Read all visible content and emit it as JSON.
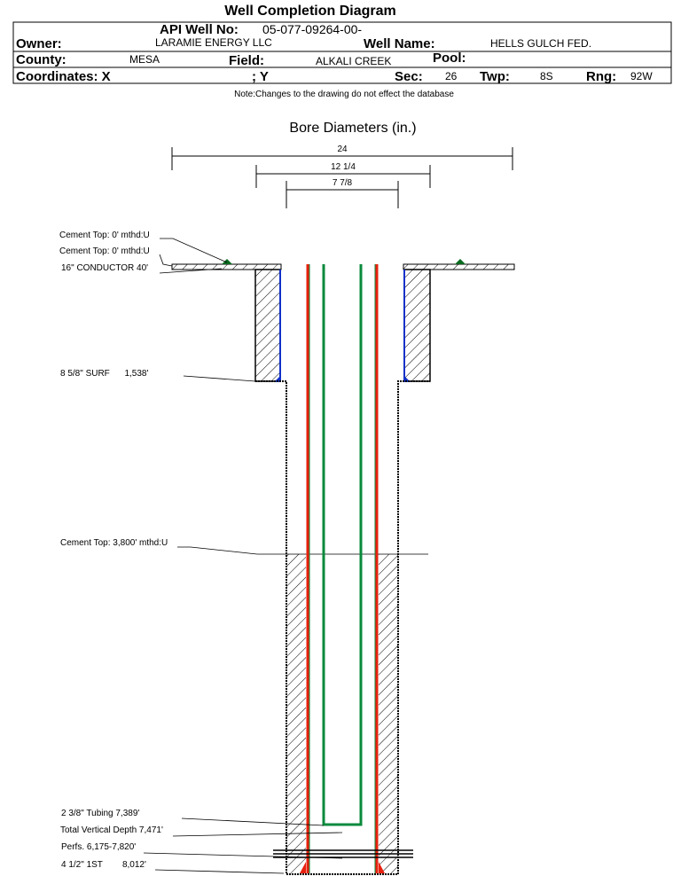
{
  "title": "Well Completion Diagram",
  "header": {
    "api_label": "API Well No:",
    "api_value": "05-077-09264-00-",
    "owner_label": "Owner:",
    "owner_value": "LARAMIE ENERGY LLC",
    "well_name_label": "Well Name:",
    "well_name_value": "HELLS GULCH FED.",
    "county_label": "County:",
    "county_value": "MESA",
    "field_label": "Field:",
    "field_value": "ALKALI CREEK",
    "pool_label": "Pool:",
    "coords_label": "Coordinates: X",
    "coords_y_label": "; Y",
    "sec_label": "Sec:",
    "sec_value": "26",
    "twp_label": "Twp:",
    "twp_value": "8S",
    "rng_label": "Rng:",
    "rng_value": "92W"
  },
  "note": "Note:Changes to the drawing do not effect the database",
  "bore": {
    "title": "Bore Diameters (in.)",
    "dims": [
      "24",
      "12 1/4",
      "7 7/8"
    ]
  },
  "labels": {
    "cement_top_1": "Cement Top: 0' mthd:U",
    "cement_top_2": "Cement Top: 0' mthd:U",
    "conductor": "16\" CONDUCTOR  40'",
    "surface": "8 5/8\" SURF      1,538'",
    "cement_top_3": "Cement Top: 3,800' mthd:U",
    "tubing": "2 3/8\" Tubing 7,389'",
    "tvd": "Total Vertical Depth 7,471'",
    "perfs": "Perfs. 6,175-7,820'",
    "production": "4 1/2\" 1ST        8,012'"
  },
  "colors": {
    "casing": "#e8210f",
    "tubing": "#0a8a3c",
    "surface_casing": "#1030c8"
  }
}
